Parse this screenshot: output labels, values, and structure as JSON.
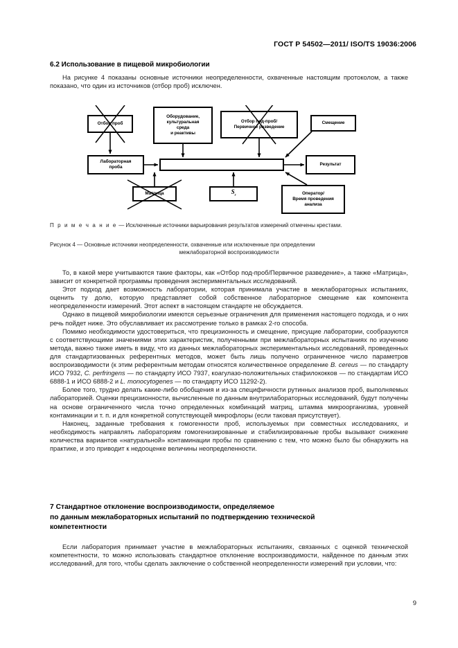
{
  "header": {
    "standard_ref": "ГОСТ Р 54502—2011/ ISO/TS 19036:2006"
  },
  "sections": {
    "s62_heading": "6.2  Использование в пищевой микробиологии",
    "s62_intro": "На рисунке 4 показаны основные источники неопределенности, охваченные настоящим протоколом, а также показано, что один из источников (отбор проб) исключен.",
    "s7_heading_line1": "7  Стандартное отклонение воспроизводимости, определяемое",
    "s7_heading_line2": "по данным межлабораторных испытаний по подтверждению технической",
    "s7_heading_line3": "компетентности",
    "s7_intro": "Если лаборатория принимает участие в межлабораторных испытаниях, связанных с оценкой технической компетентности, то можно использовать стандартное отклонение воспроизводимости, найденное по данным этих исследований, для того, чтобы сделать заключение о собственной неопределенности измерений при условии, что:"
  },
  "figure": {
    "boxes": [
      {
        "id": "otbor-prob",
        "lines": [
          "Отбор проб"
        ],
        "crossed": true
      },
      {
        "id": "oborudovanie",
        "lines": [
          "Оборудование,",
          "культуральная",
          "среда",
          "и реактивы"
        ],
        "crossed": false
      },
      {
        "id": "otbor-pod-prob",
        "lines": [
          "Отбор под-проб/",
          "Первичное разведение"
        ],
        "crossed": true
      },
      {
        "id": "smeshchenie",
        "lines": [
          "Смещение"
        ],
        "crossed": false
      },
      {
        "id": "laboratornaya-proba",
        "lines": [
          "Лабораторная",
          "проба"
        ],
        "crossed": false
      },
      {
        "id": "matritsa",
        "lines": [
          "Матрица"
        ],
        "crossed": true
      },
      {
        "id": "sr",
        "lines": [
          "Sr"
        ],
        "crossed": false
      },
      {
        "id": "rezultat",
        "lines": [
          "Результат"
        ],
        "crossed": false
      },
      {
        "id": "operator",
        "lines": [
          "Оператор/",
          "Время проведения",
          "анализа"
        ],
        "crossed": false
      }
    ],
    "note_label": "П р и м е ч а н и е",
    "note_text": " — Исключенные источники варьирования результатов измерений отмечены крестами.",
    "caption_line1": "Рисунок 4 — Основные источники неопределенности, охваченные или исключенные при определении",
    "caption_line2": "межлабораторной воспроизводимости"
  },
  "body": {
    "p1_a": "То, в какой мере учитываются такие факторы, как «Отбор под-проб/Первичное разведение», а также «Матрица», зависит от конкретной программы проведения экспериментальных исследований.",
    "p2": "Этот подход дает возможность лаборатории, которая принимала участие в межлабораторных испытаниях, оценить ту долю, которую представляет собой собственное лабораторное смещение как компонента неопределенности измерений. Этот аспект в настоящем стандарте не обсуждается.",
    "p3": "Однако в пищевой микробиологии имеются серьезные ограничения для применения настоящего подхода, и о них речь пойдет ниже. Это обуславливает их рассмотрение только в рамках 2-го способа.",
    "p4_pre": "Помимо необходимости удостовериться, что прецизионность и смещение, присущие лаборатории, сообразуются с соответствующими значениями этих характеристик, полученными при межлабораторных испытаниях по изучению метода, важно также иметь в виду, что из данных межлабораторных экспериментальных исследований, проведенных для стандартизованных референтных методов, может быть лишь получено ограниченное число параметров воспроизводимости (к этим референтным методам относятся количественное определение ",
    "p4_it1": "B. cereus",
    "p4_mid1": " — по стандарту ИСО 7932, ",
    "p4_it2": "C. perfringens",
    "p4_mid2": " — по стандарту ИСО 7937, коагулазо-положительных стафилококков — по стандартам ИСО 6888-1 и ИСО 6888-2 и ",
    "p4_it3": "L. monocytogenes",
    "p4_post": " — по стандарту ИСО 11292-2).",
    "p5": "Более того, трудно делать какие-либо обобщения и из-за специфичности рутинных анализов проб, выполняемых лабораторией. Оценки прецизионности, вычисленные по данным внутрилабораторных исследований, будут получены на основе ограниченного числа точно определенных комбинаций матриц, штамма микроорганизма, уровней контаминации и т. п. и для конкретной сопутствующей микрофлоры (если таковая присутствует).",
    "p6": "Наконец, заданные требования к гомогенности проб, используемых при совместных исследованиях, и необходимость направлять лабораториям гомогенизированные и стабилизированные пробы вызывают снижение количества вариантов «натуральной» контаминации пробы по сравнению с тем, что можно было бы обнаружить на практике, и это приводит к недооценке величины неопределенности."
  },
  "footer": {
    "page_number": "9"
  }
}
